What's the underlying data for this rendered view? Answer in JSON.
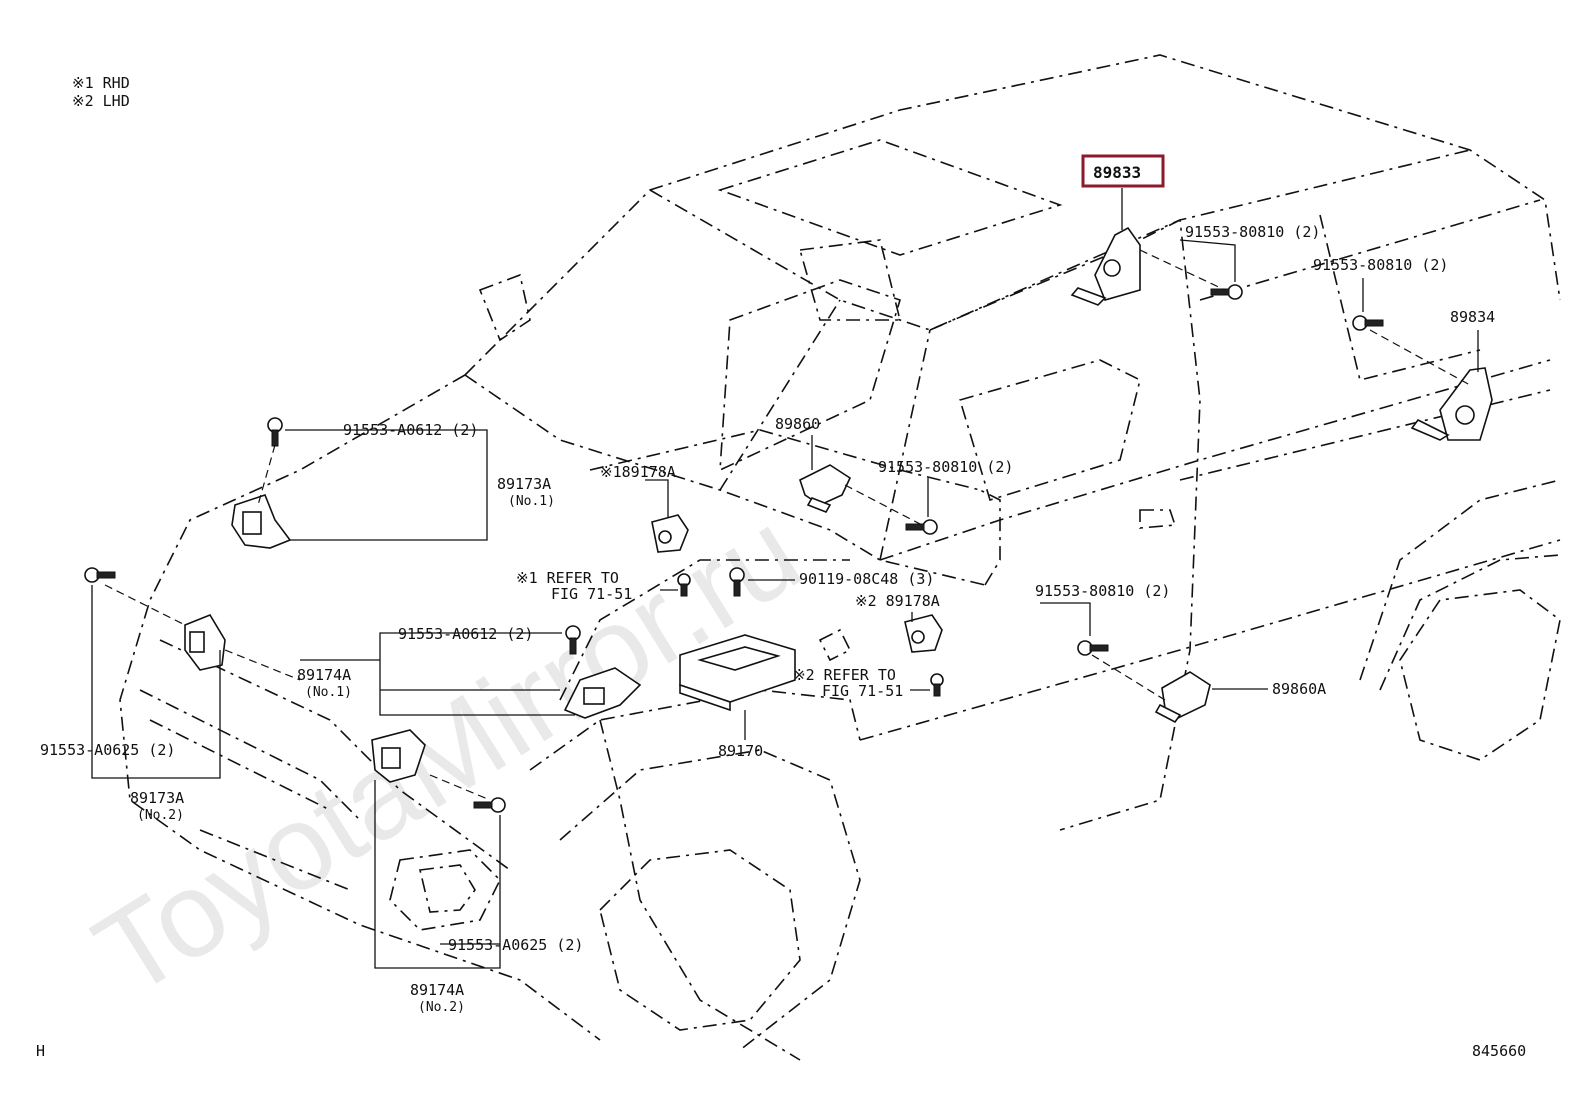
{
  "notes": {
    "note1": "※1 RHD",
    "note2": "※2 LHD"
  },
  "watermark": "ToyotaMirror.ru",
  "highlight_color": "#8b1a2b",
  "corner": {
    "left": "H",
    "right": "845660"
  },
  "labels": {
    "p89833": "89833",
    "b80810_a": "91553-80810 (2)",
    "b80810_b": "91553-80810 (2)",
    "p89834": "89834",
    "b80810_c": "91553-80810 (2)",
    "p89860": "89860",
    "bA0612_a": "91553-A0612 (2)",
    "p89173A_1": "89173A",
    "p89173A_1_no": "(No.1)",
    "p89178A_1": "※189178A",
    "refer1_a": "※1 REFER TO",
    "refer1_b": "FIG 71-51",
    "b90119": "90119-08C48 (3)",
    "p89178A_2": "※2 89178A",
    "bA0612_b": "91553-A0612 (2)",
    "b80810_d": "91553-80810 (2)",
    "refer2_a": "※2 REFER TO",
    "refer2_b": "FIG 71-51",
    "p89860A": "89860A",
    "p89174A_1": "89174A",
    "p89174A_1_no": "(No.1)",
    "bA0625_a": "91553-A0625 (2)",
    "p89170": "89170",
    "p89173A_2": "89173A",
    "p89173A_2_no": "(No.2)",
    "bA0625_b": "91553-A0625 (2)",
    "p89174A_2": "89174A",
    "p89174A_2_no": "(No.2)"
  }
}
